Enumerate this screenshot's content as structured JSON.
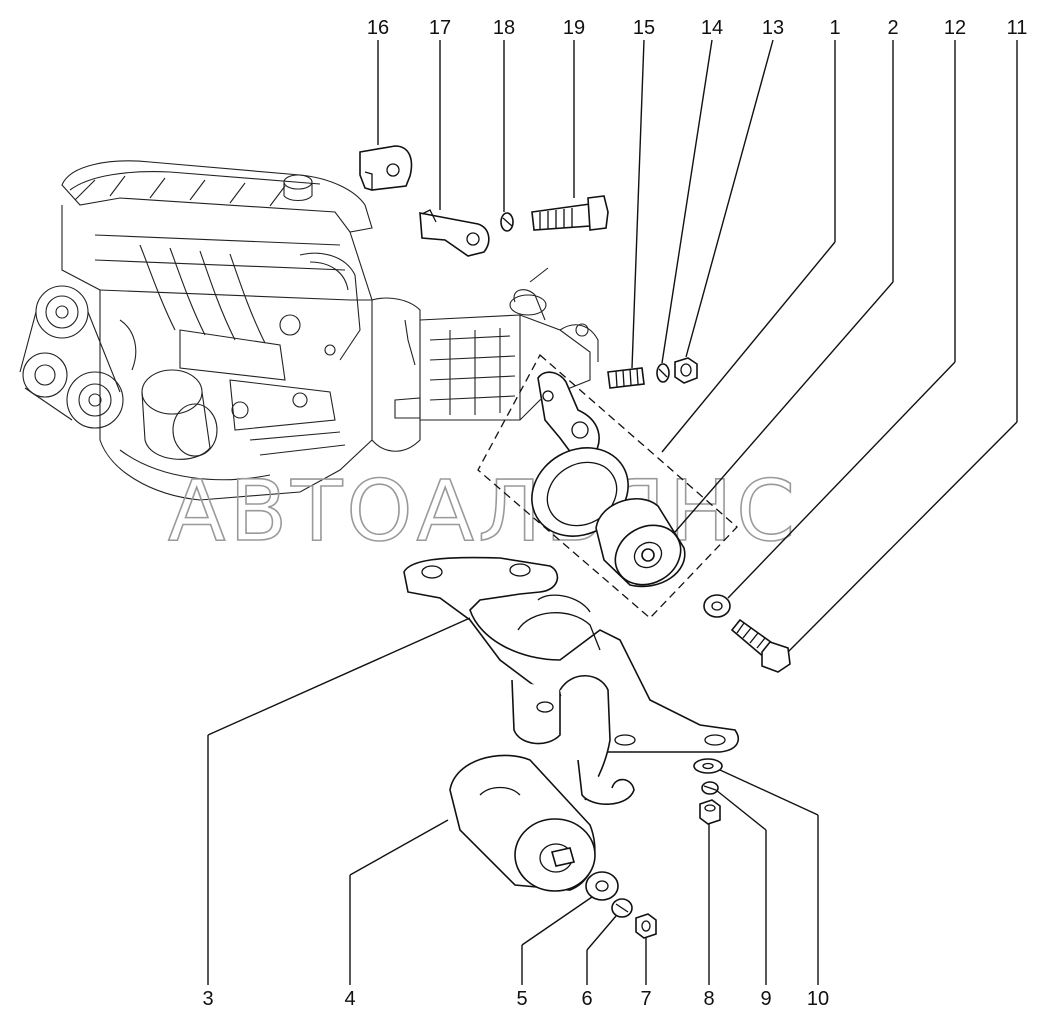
{
  "watermark": "АВТОАЛЬЯНС",
  "callouts": {
    "top": [
      "16",
      "17",
      "18",
      "19",
      "15",
      "14",
      "13",
      "1",
      "2",
      "12",
      "11"
    ],
    "bottom": [
      "3",
      "4",
      "5",
      "6",
      "7",
      "8",
      "9",
      "10"
    ]
  }
}
